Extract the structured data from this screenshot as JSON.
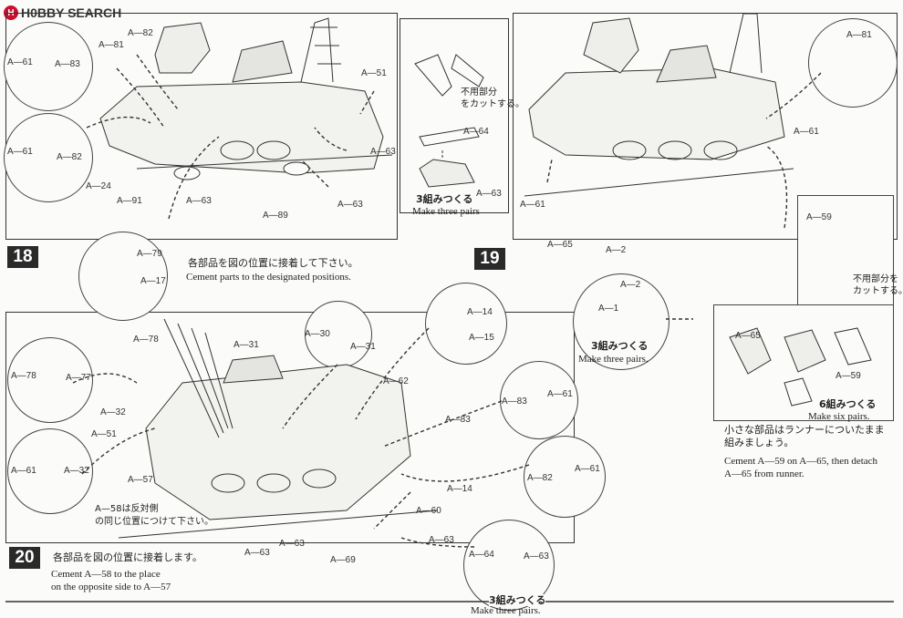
{
  "logo": {
    "brand": "H0BBY SEARCH",
    "mark": "H"
  },
  "step18": {
    "number": "18",
    "text_jp": "各部品を図の位置に接着して下さい。",
    "text_en": "Cement parts to the designated positions.",
    "note_jp_line1": "不用部分",
    "note_jp_line2": "をカットする。",
    "pairs_jp": "3組みつくる",
    "pairs_en": "Make three pairs"
  },
  "step19": {
    "number": "19",
    "note_jp_line1": "不用部分を",
    "note_jp_line2": "カットする。",
    "pairs_jp": "3組みつくる",
    "pairs_en": "Make three pairs.",
    "six_jp": "6組みつくる",
    "six_en": "Make six pairs.",
    "runner_jp_line1": "小さな部品はランナーについたまま",
    "runner_jp_line2": "組みましょう。",
    "runner_en_line1": "Cement A—59 on A—65, then detach",
    "runner_en_line2": "A—65 from runner."
  },
  "step20": {
    "number": "20",
    "text_jp": "各部品を図の位置に接着します。",
    "text_en_line1": "Cement A—58 to the place",
    "text_en_line2": "on the opposite side to A—57",
    "note_jp_line1": "A—58は反対側",
    "note_jp_line2": "の同じ位置につけて下さい。",
    "pairs_jp": "3組みつくる",
    "pairs_en": "Make three pairs."
  },
  "part_labels": [
    "A—61",
    "A—83",
    "A—81",
    "A—82",
    "A—61",
    "A—82",
    "A—24",
    "A—91",
    "A—63",
    "A—89",
    "A—63",
    "A—51",
    "A—63",
    "A—64",
    "A—63",
    "A—79",
    "A—17",
    "A—61",
    "A—65",
    "A—2",
    "A—81",
    "A—61",
    "A—59",
    "A—1",
    "A—2",
    "A—65",
    "A—59",
    "A—78",
    "A—77",
    "A—78",
    "A—32",
    "A—51",
    "A—61",
    "A—32",
    "A—57",
    "A—31",
    "A—30",
    "A—31",
    "A—62",
    "A—14",
    "A—15",
    "A—83",
    "A—83",
    "A—61",
    "A—82",
    "A—61",
    "A—14",
    "A—60",
    "A—63",
    "A—63",
    "A—69",
    "A—63",
    "A—64",
    "A—63"
  ]
}
